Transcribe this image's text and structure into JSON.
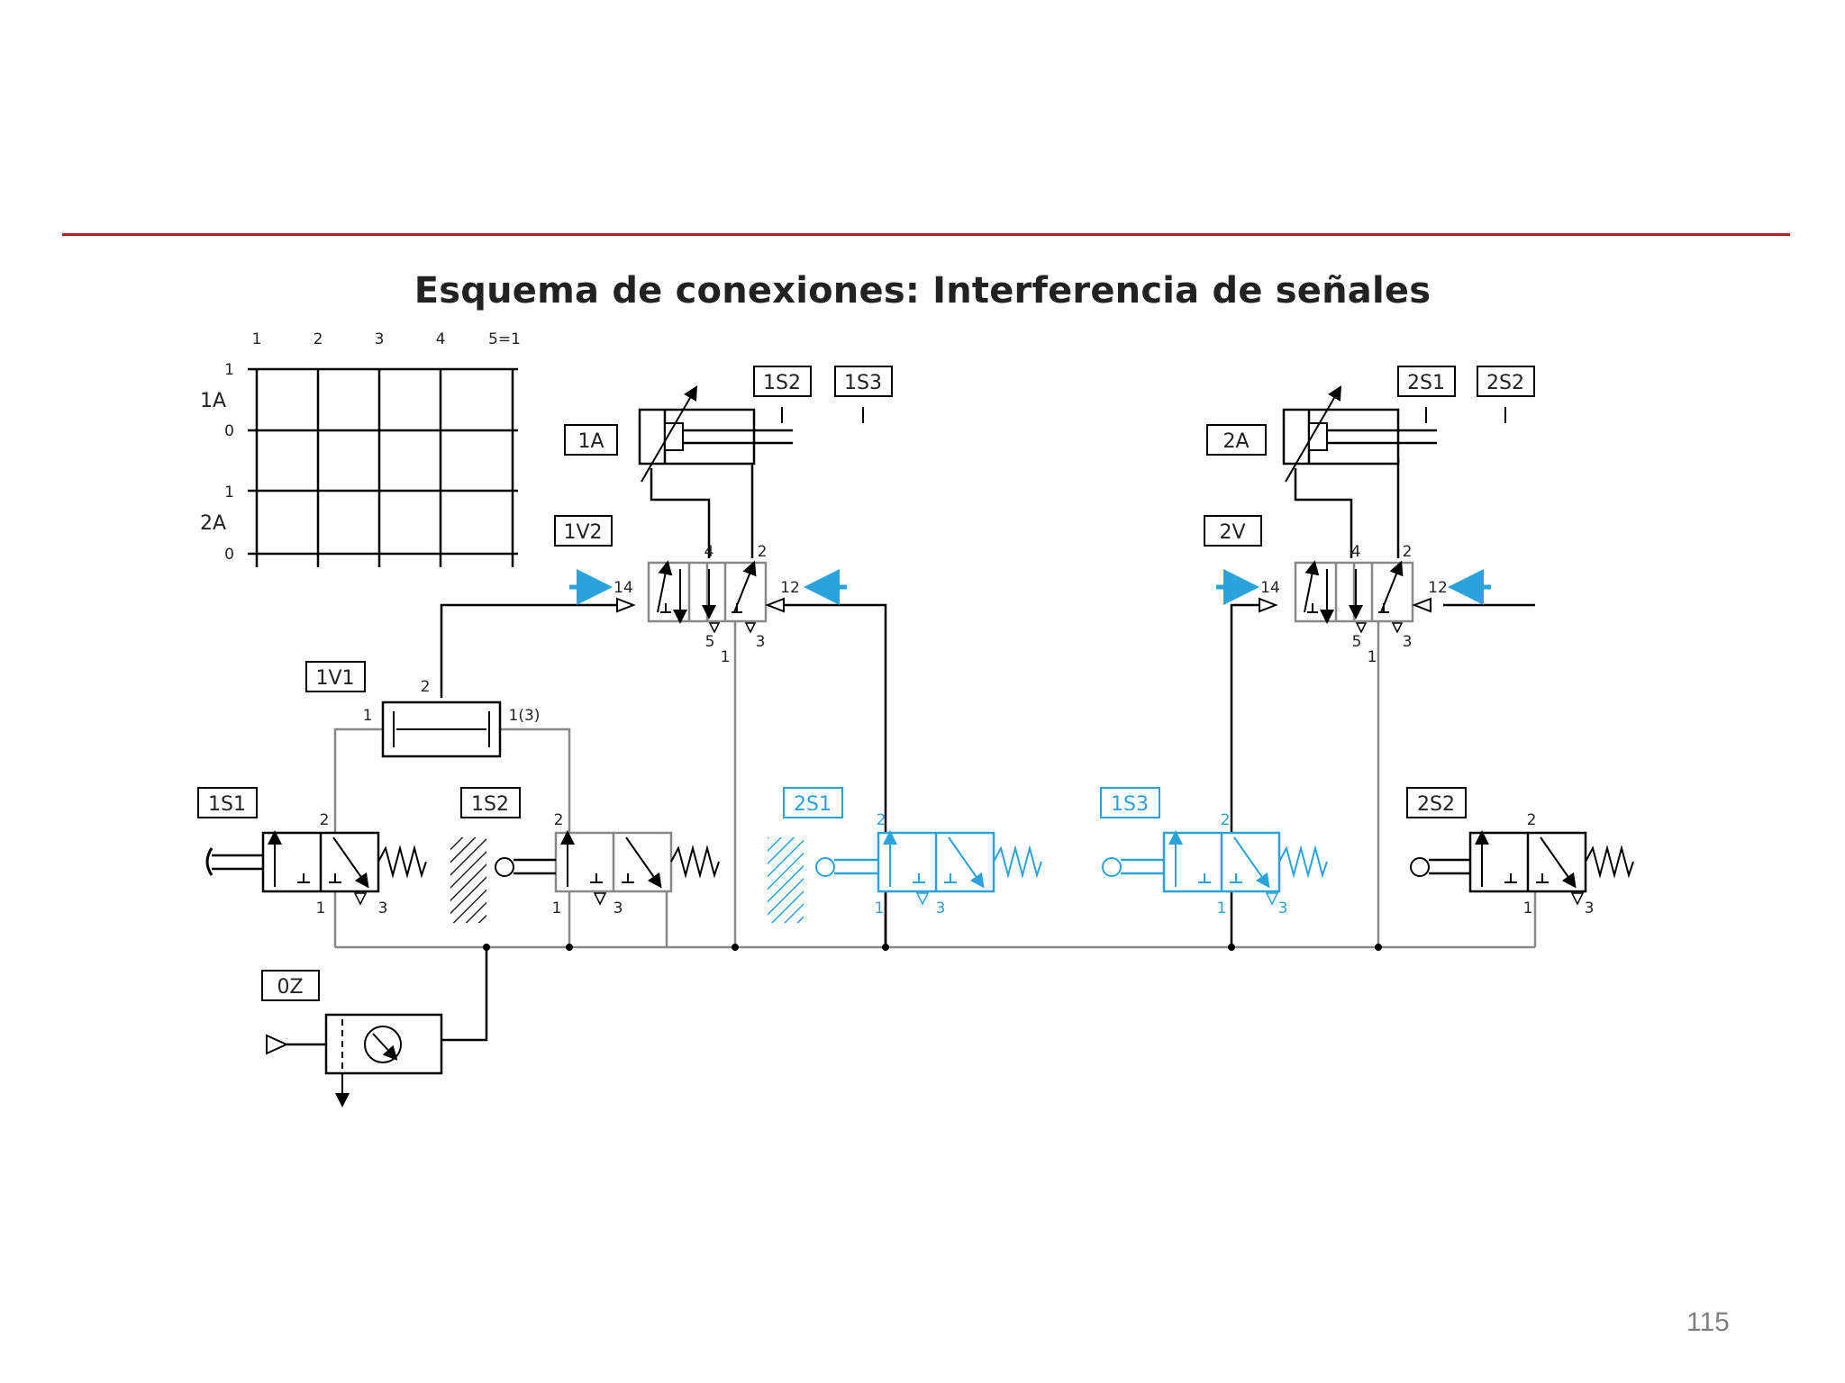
{
  "slide": {
    "title": "Esquema de conexiones: Interferencia de señales",
    "page_number": "115",
    "rule_color": "#b22222",
    "highlight_color": "#2aa3dd"
  },
  "diagram": {
    "grid": {
      "step_labels": [
        "1",
        "2",
        "3",
        "4",
        "5=1"
      ],
      "rows": [
        {
          "name": "1A",
          "top": "1",
          "bottom": "0"
        },
        {
          "name": "2A",
          "top": "1",
          "bottom": "0"
        }
      ]
    },
    "cylinders": [
      {
        "tag": "1A",
        "sensor_tags": [
          "1S2",
          "1S3"
        ]
      },
      {
        "tag": "2A",
        "sensor_tags": [
          "2S1",
          "2S2"
        ]
      }
    ],
    "main_valves": [
      {
        "tag": "1V2",
        "ports": {
          "p4": "4",
          "p2": "2",
          "p14": "14",
          "p12": "12",
          "p5": "5",
          "p1": "1",
          "p3": "3"
        }
      },
      {
        "tag": "2V",
        "ports": {
          "p4": "4",
          "p2": "2",
          "p14": "14",
          "p12": "12",
          "p5": "5",
          "p1": "1",
          "p3": "3"
        }
      }
    ],
    "or_valve": {
      "tag": "1V1",
      "ports": {
        "out": "2",
        "in_left": "1",
        "in_right": "1(3)"
      }
    },
    "signal_valves": [
      {
        "tag": "1S1",
        "actuator": "push-button",
        "highlighted": false,
        "ports": {
          "top": "2",
          "bottom": "1",
          "exhaust": "3"
        }
      },
      {
        "tag": "1S2",
        "actuator": "roller",
        "highlighted": false,
        "ports": {
          "top": "2",
          "bottom": "1",
          "exhaust": "3"
        }
      },
      {
        "tag": "2S1",
        "actuator": "roller",
        "highlighted": true,
        "ports": {
          "top": "2",
          "bottom": "1",
          "exhaust": "3"
        }
      },
      {
        "tag": "1S3",
        "actuator": "roller",
        "highlighted": true,
        "ports": {
          "top": "2",
          "bottom": "1",
          "exhaust": "3"
        }
      },
      {
        "tag": "2S2",
        "actuator": "roller",
        "highlighted": false,
        "ports": {
          "top": "2",
          "bottom": "1",
          "exhaust": "3"
        }
      }
    ],
    "service_unit": {
      "tag": "0Z"
    }
  }
}
